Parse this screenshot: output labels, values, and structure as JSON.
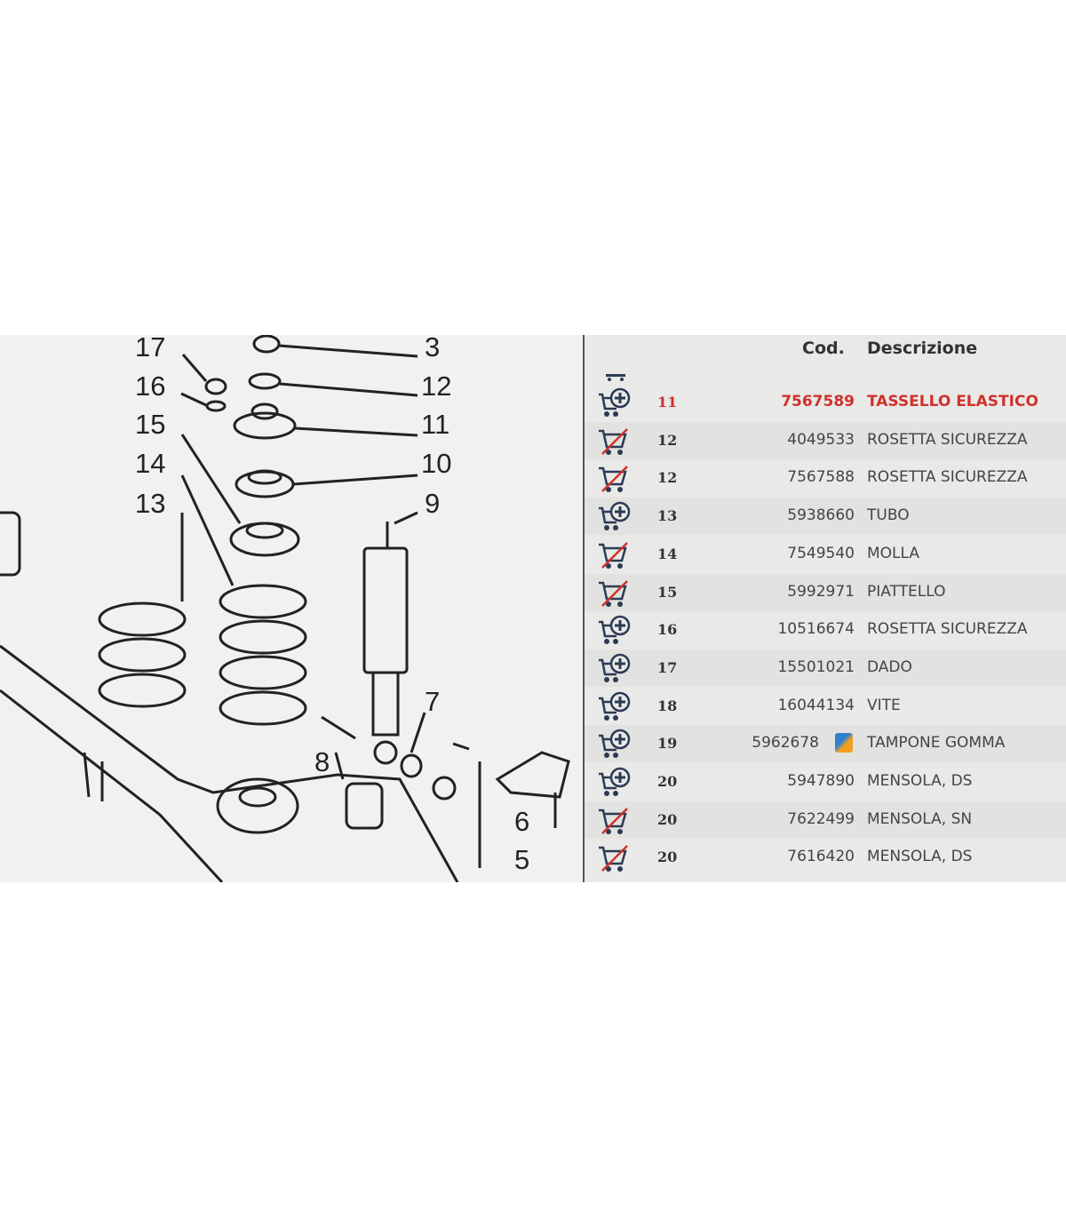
{
  "diagram": {
    "callouts": [
      "17",
      "16",
      "15",
      "14",
      "13",
      "3",
      "12",
      "11",
      "10",
      "9",
      "7",
      "8",
      "6",
      "5"
    ]
  },
  "table": {
    "headers": {
      "code": "Cod.",
      "description": "Descrizione"
    },
    "rows": [
      {
        "pos": "11",
        "code": "7567589",
        "desc": "TASSELLO ELASTICO",
        "cart": "cart-add-icon",
        "selected": true
      },
      {
        "pos": "12",
        "code": "4049533",
        "desc": "ROSETTA SICUREZZA",
        "cart": "cart-unavailable-icon"
      },
      {
        "pos": "12",
        "code": "7567588",
        "desc": "ROSETTA SICUREZZA",
        "cart": "cart-unavailable-icon"
      },
      {
        "pos": "13",
        "code": "5938660",
        "desc": "TUBO",
        "cart": "cart-add-icon"
      },
      {
        "pos": "14",
        "code": "7549540",
        "desc": "MOLLA",
        "cart": "cart-unavailable-icon"
      },
      {
        "pos": "15",
        "code": "5992971",
        "desc": "PIATTELLO",
        "cart": "cart-unavailable-icon"
      },
      {
        "pos": "16",
        "code": "10516674",
        "desc": "ROSETTA SICUREZZA",
        "cart": "cart-add-icon"
      },
      {
        "pos": "17",
        "code": "15501021",
        "desc": "DADO",
        "cart": "cart-add-icon"
      },
      {
        "pos": "18",
        "code": "16044134",
        "desc": "VITE",
        "cart": "cart-add-icon"
      },
      {
        "pos": "19",
        "code": "5962678",
        "desc": "TAMPONE GOMMA",
        "cart": "cart-add-icon",
        "badge": "replacement-icon"
      },
      {
        "pos": "20",
        "code": "5947890",
        "desc": "MENSOLA, DS",
        "cart": "cart-add-icon"
      },
      {
        "pos": "20",
        "code": "7622499",
        "desc": "MENSOLA, SN",
        "cart": "cart-unavailable-icon"
      },
      {
        "pos": "20",
        "code": "7616420",
        "desc": "MENSOLA, DS",
        "cart": "cart-unavailable-icon"
      }
    ]
  },
  "colors": {
    "selected": "#d0312d",
    "icon": "#2b3a55"
  }
}
